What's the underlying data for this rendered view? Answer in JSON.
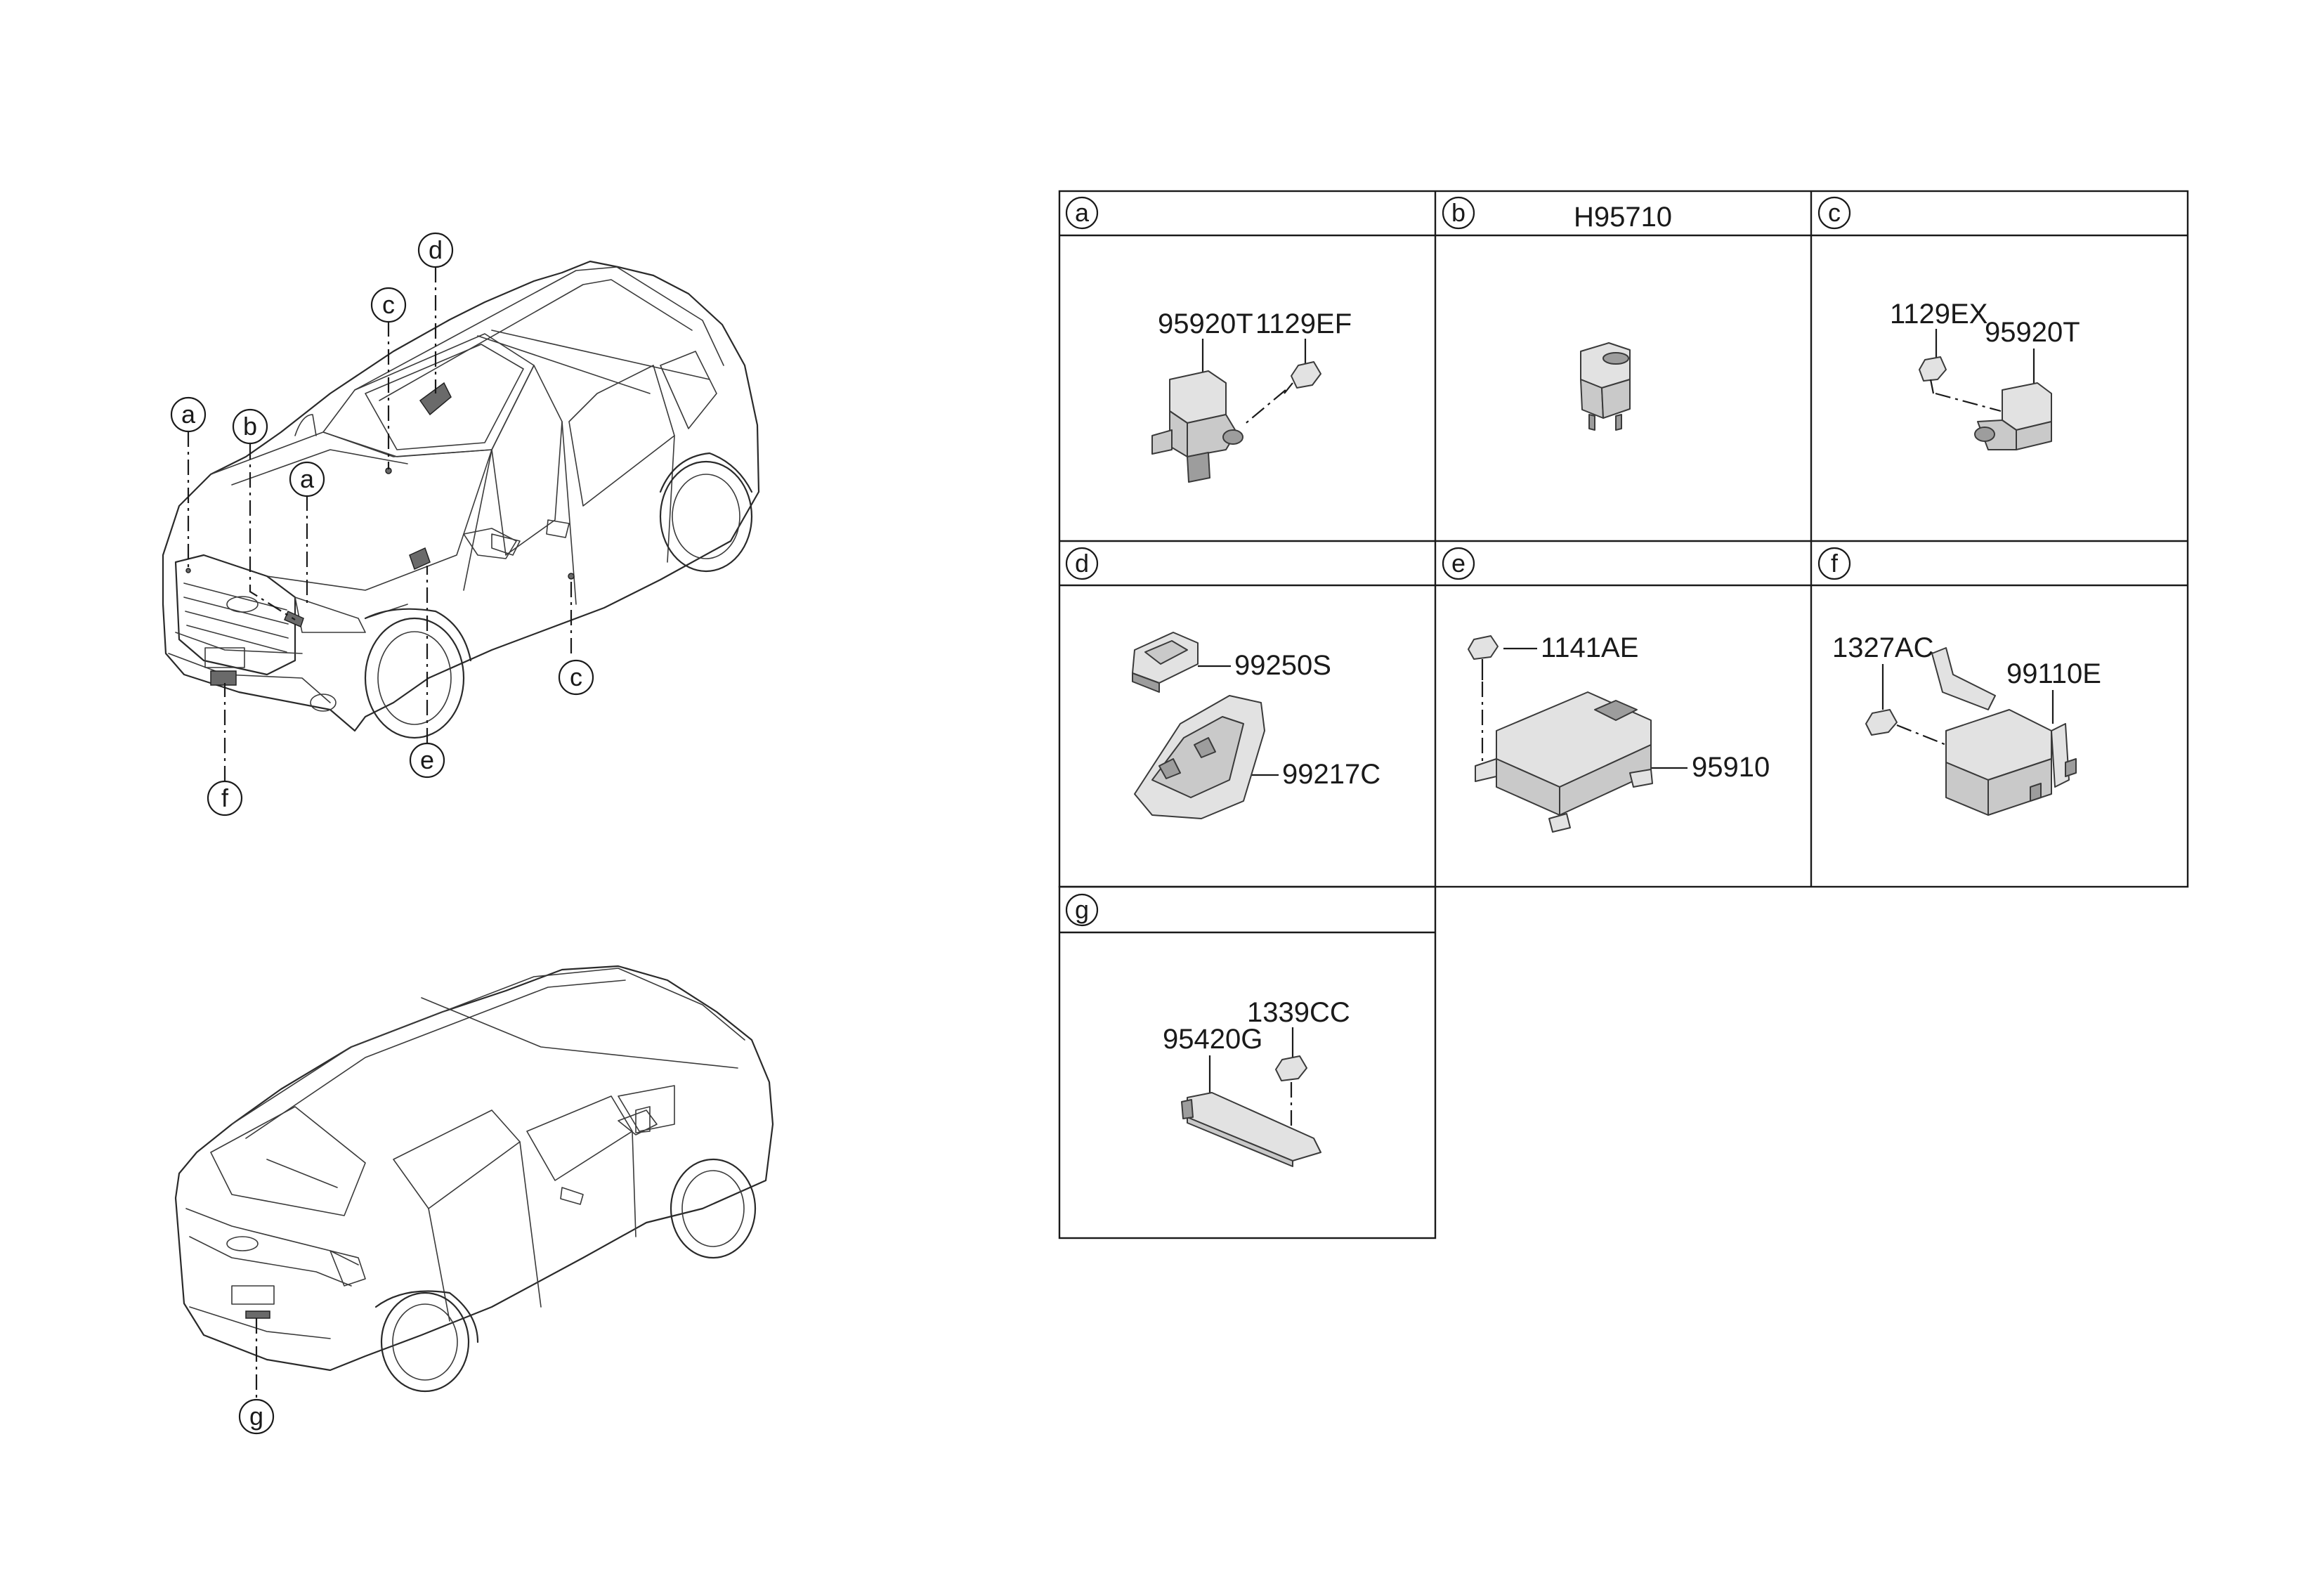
{
  "callouts": {
    "front": [
      {
        "letter": "a"
      },
      {
        "letter": "b"
      },
      {
        "letter": "a"
      },
      {
        "letter": "c"
      },
      {
        "letter": "d"
      },
      {
        "letter": "c"
      },
      {
        "letter": "e"
      },
      {
        "letter": "f"
      }
    ],
    "rear": [
      {
        "letter": "g"
      }
    ]
  },
  "table": {
    "cells": [
      {
        "letter": "a",
        "header_text": "",
        "parts": [
          "95920T",
          "1129EF"
        ]
      },
      {
        "letter": "b",
        "header_text": "H95710",
        "parts": []
      },
      {
        "letter": "c",
        "header_text": "",
        "parts": [
          "1129EX",
          "95920T"
        ]
      },
      {
        "letter": "d",
        "header_text": "",
        "parts": [
          "99250S",
          "99217C"
        ]
      },
      {
        "letter": "e",
        "header_text": "",
        "parts": [
          "1141AE",
          "95910"
        ]
      },
      {
        "letter": "f",
        "header_text": "",
        "parts": [
          "1327AC",
          "99110E"
        ]
      },
      {
        "letter": "g",
        "header_text": "",
        "parts": [
          "1339CC",
          "95420G"
        ]
      }
    ]
  }
}
